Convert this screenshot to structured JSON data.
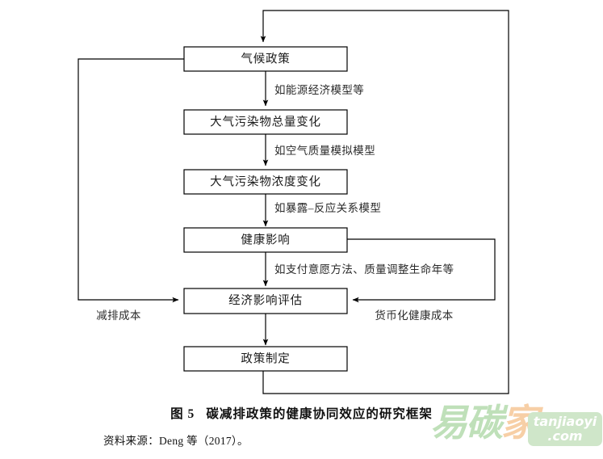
{
  "figure": {
    "caption_number": "图 5",
    "caption_title": "碳减排政策的健康协同效应的研究框架",
    "source": "资料来源：Deng 等（2017）。"
  },
  "diagram": {
    "type": "flowchart",
    "nodes": [
      {
        "id": "climate-policy",
        "label": "气候政策"
      },
      {
        "id": "pollutant-total-change",
        "label": "大气污染物总量变化"
      },
      {
        "id": "pollutant-concentration-change",
        "label": "大气污染物浓度变化"
      },
      {
        "id": "health-impact",
        "label": "健康影响"
      },
      {
        "id": "economic-impact-assessment",
        "label": "经济影响评估"
      },
      {
        "id": "policy-making",
        "label": "政策制定"
      }
    ],
    "edge_labels": [
      {
        "id": "energy-economic-model",
        "label": "如能源经济模型等"
      },
      {
        "id": "air-quality-simulation-model",
        "label": "如空气质量模拟模型"
      },
      {
        "id": "exposure-response-model",
        "label": "如暴露–反应关系模型"
      },
      {
        "id": "wtp-qaly-method",
        "label": "如支付意愿方法、质量调整生命年等"
      }
    ],
    "side_labels": [
      {
        "id": "abatement-cost",
        "label": "减排成本"
      },
      {
        "id": "monetized-health-cost",
        "label": "货币化健康成本"
      }
    ],
    "colors": {
      "line": "#000000",
      "box_fill": "#ffffff",
      "text": "#1a1a1a",
      "background": "#ffffff"
    }
  },
  "watermark": {
    "char1": "易",
    "char2": "碳",
    "char3": "家",
    "domain_line1": "tanjiaoyi",
    "domain_line2": ".com"
  }
}
